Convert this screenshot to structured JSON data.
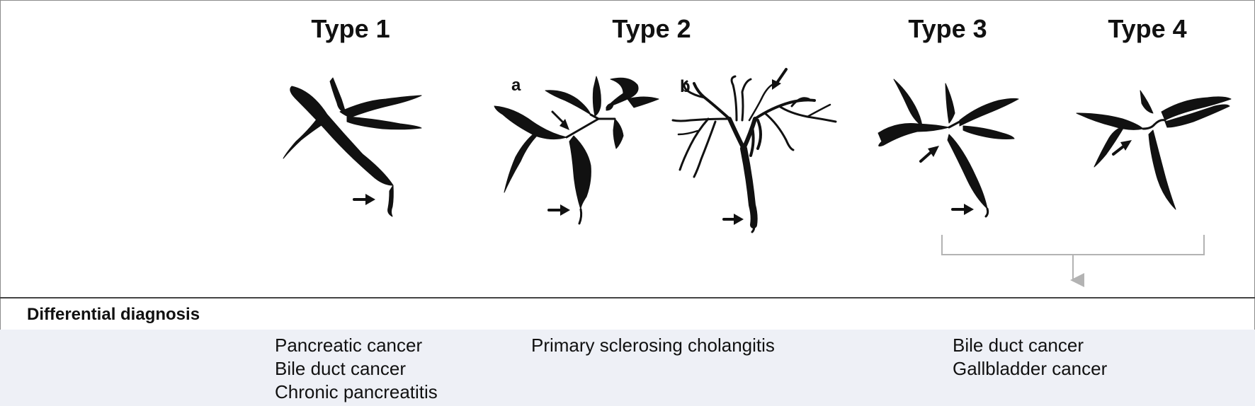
{
  "types": [
    {
      "title": "Type 1"
    },
    {
      "title": "Type 2",
      "sub_labels": [
        "a",
        "b"
      ]
    },
    {
      "title": "Type 3"
    },
    {
      "title": "Type 4"
    }
  ],
  "differential": {
    "header": "Differential diagnosis",
    "columns": [
      [
        "Pancreatic cancer",
        "Bile duct cancer",
        "Chronic pancreatitis"
      ],
      [
        "Primary sclerosing cholangitis"
      ],
      [
        "Bile duct cancer",
        "Gallbladder cancer"
      ]
    ]
  },
  "colors": {
    "ink": "#111111",
    "bracket": "#b3b3b3",
    "band": "#eef0f6",
    "rule": "#444444"
  }
}
